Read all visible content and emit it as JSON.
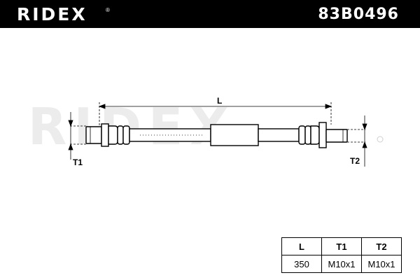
{
  "header": {
    "brand": "RIDEX",
    "brand_mark": "®",
    "part_number": "83B0496",
    "background_color": "#000000",
    "text_color": "#ffffff"
  },
  "diagram": {
    "watermark": "RIDEX",
    "dimension_label_length": "L",
    "dimension_label_t1": "T1",
    "dimension_label_t2": "T2"
  },
  "spec_table": {
    "headers": [
      "L",
      "T1",
      "T2"
    ],
    "row": [
      "350",
      "M10x1",
      "M10x1"
    ]
  }
}
